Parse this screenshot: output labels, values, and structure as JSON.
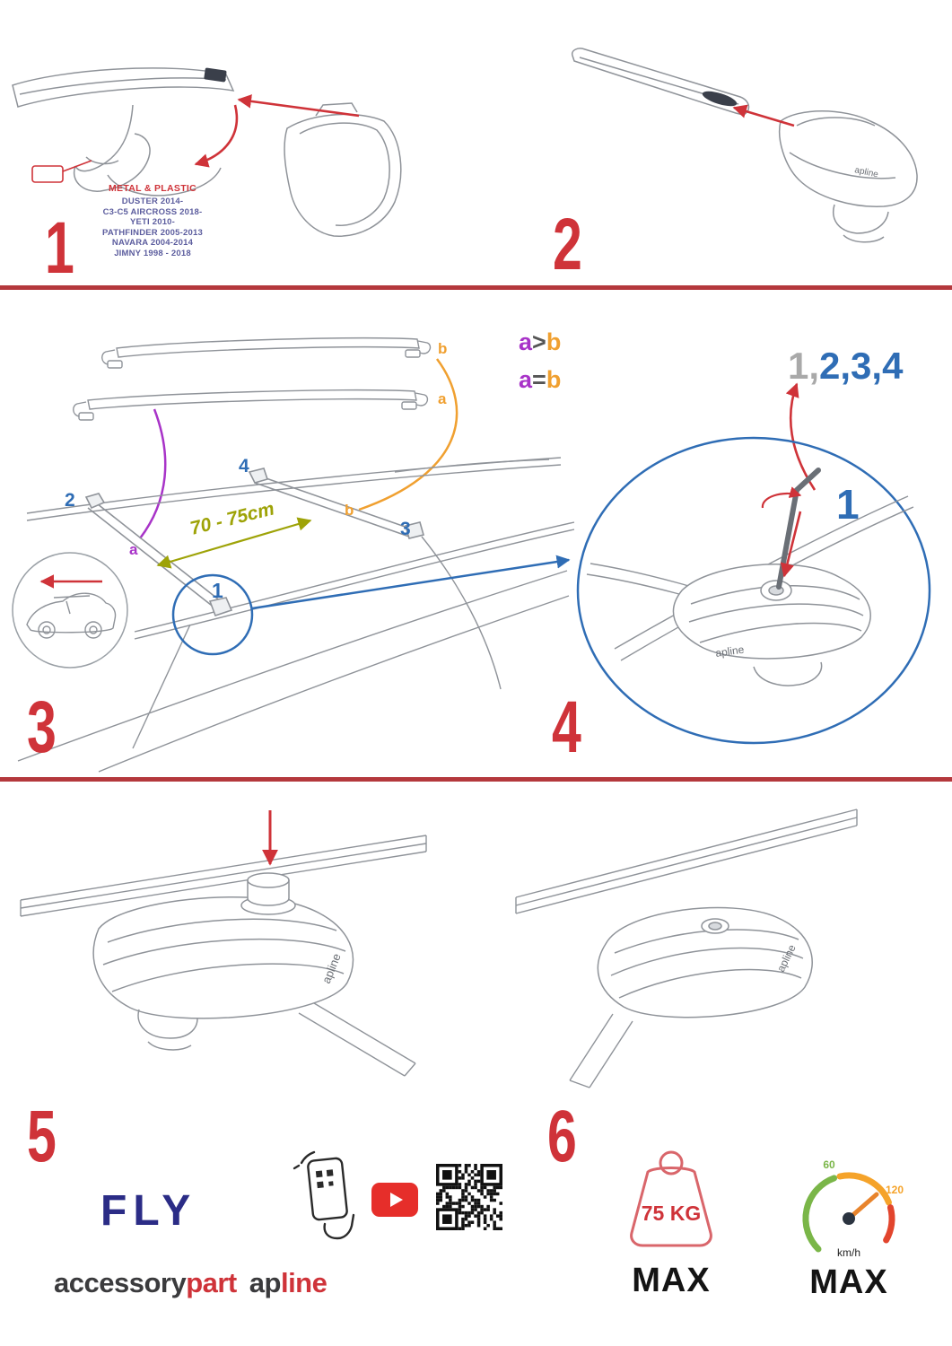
{
  "palette": {
    "red": "#cf3339",
    "divider_red": "#b4383c",
    "blue": "#2f6db5",
    "purple": "#a833c8",
    "orange": "#f0a030",
    "olive": "#9ea308",
    "navy": "#2b2c86",
    "indigo_text": "#5c5d9e",
    "line_gray": "#8f9399",
    "youtube_red": "#e62e2a"
  },
  "step1": {
    "number": "1",
    "material_label": "METAL & PLASTIC",
    "models": [
      "DUSTER 2014-",
      "C3-C5 AIRCROSS 2018-",
      "YETI 2010-",
      "PATHFINDER 2005-2013",
      "NAVARA 2004-2014",
      "JIMNY 1998 - 2018"
    ]
  },
  "step2": {
    "number": "2",
    "logo": "apline"
  },
  "step3": {
    "number": "3",
    "bar_label_top": "b",
    "bar_label_bottom": "a",
    "compare1": {
      "left": "a",
      "op": ">",
      "right": "b"
    },
    "compare2": {
      "left": "a",
      "op": "=",
      "right": "b"
    },
    "distance": "70 - 75cm",
    "pos1": "1",
    "pos2": "2",
    "pos3": "3",
    "pos4": "4",
    "roof_a": "a",
    "roof_b": "b"
  },
  "step4": {
    "number": "4",
    "sequence_gray": "1,",
    "sequence_blue": "2,3,4",
    "callout": "1",
    "logo": "apline"
  },
  "step5": {
    "number": "5",
    "logo": "apline"
  },
  "step6": {
    "number": "6",
    "logo": "apline"
  },
  "footer": {
    "fly": "FLY",
    "brand": {
      "accessory": "accessory",
      "part": "part",
      "ap": "ap",
      "line": "line"
    },
    "weight": {
      "value": "75 KG",
      "max": "MAX"
    },
    "speedometer": {
      "low": "60",
      "high": "120",
      "unit": "km/h",
      "max": "MAX"
    }
  }
}
